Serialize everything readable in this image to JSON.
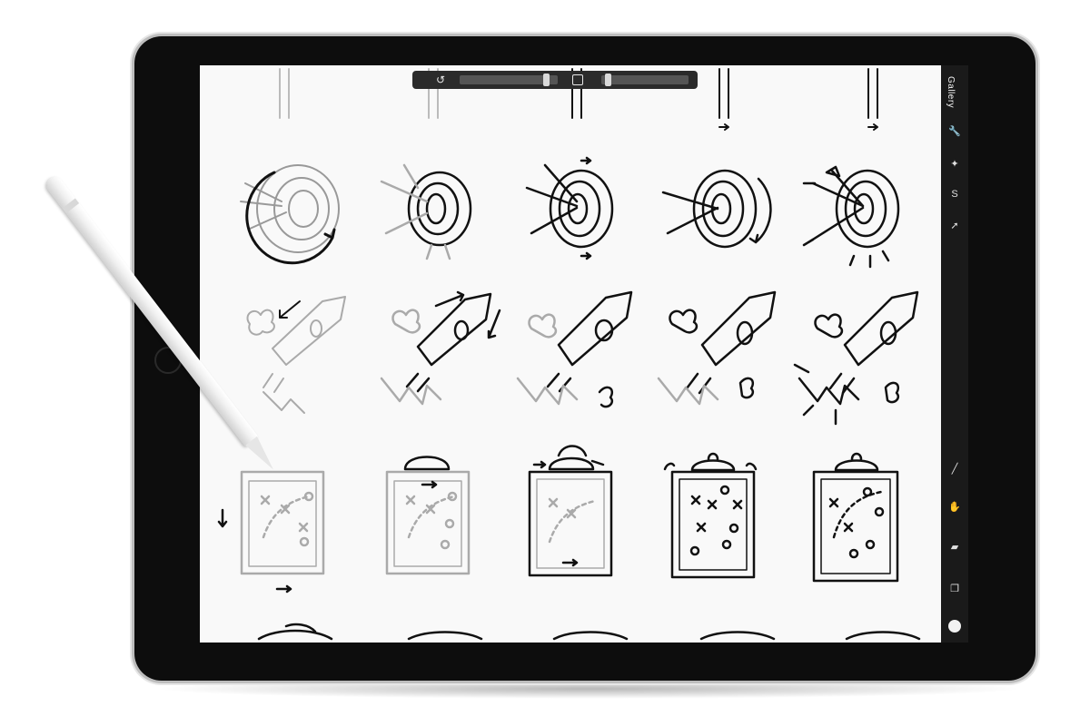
{
  "app": {
    "sidebar": {
      "gallery_label": "Gallery",
      "icons": [
        "wrench-icon",
        "magic-wand-icon",
        "selection-icon",
        "arrow-transform-icon",
        "brush-icon",
        "smudge-icon",
        "eraser-icon",
        "layers-icon",
        "color-icon"
      ]
    },
    "topbar": {
      "icons": [
        "undo-icon",
        "opacity-square-icon"
      ],
      "brush_size_level": 0.82,
      "brush_opacity_level": 0.08
    },
    "canvas": {
      "rows": [
        "target",
        "rocket",
        "clipboard",
        "partial"
      ],
      "columns": 5
    }
  }
}
